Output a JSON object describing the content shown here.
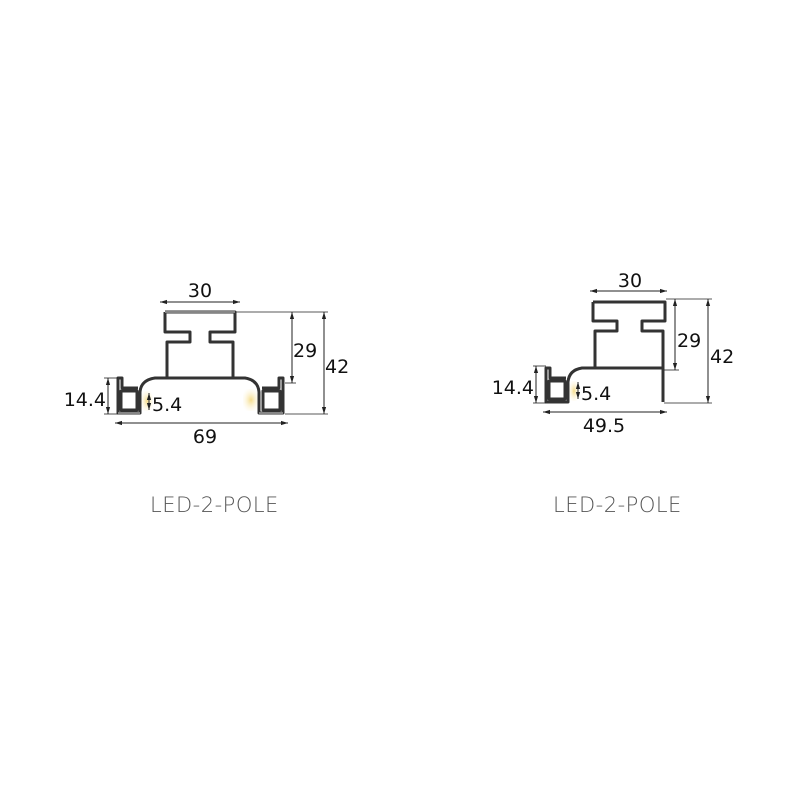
{
  "profiles": [
    {
      "name": "LED-2-POLE",
      "dims": {
        "top_width": "30",
        "upper_height": "29",
        "total_height": "42",
        "side_height": "14.4",
        "led_gap": "5.4",
        "total_width": "69"
      }
    },
    {
      "name": "LED-2-POLE",
      "dims": {
        "top_width": "30",
        "upper_height": "29",
        "total_height": "42",
        "side_height": "14.4",
        "led_gap": "5.4",
        "total_width": "49.5"
      }
    }
  ],
  "colors": {
    "line": "#333333",
    "led_glow": "#f7e6a8"
  }
}
